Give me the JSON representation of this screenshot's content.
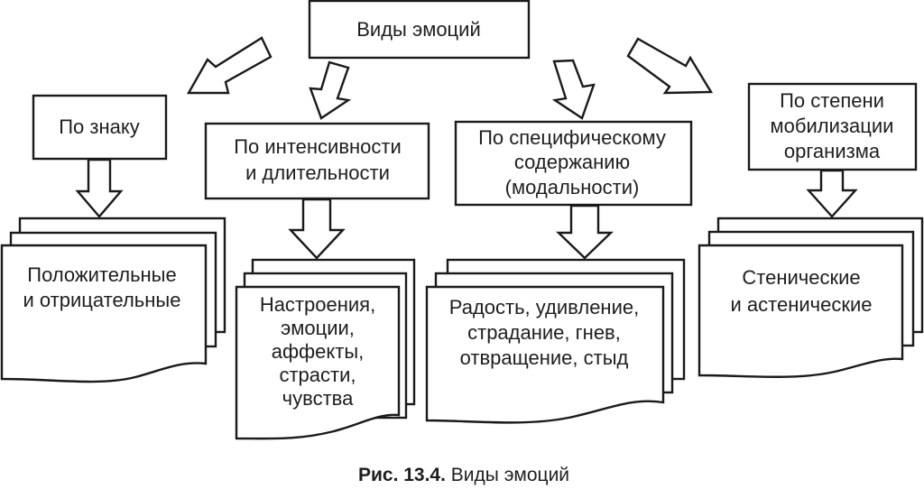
{
  "title": "Виды эмоций",
  "categories": [
    {
      "id": "sign",
      "label_lines": [
        "По знаку"
      ],
      "types_lines": [
        "Положительные",
        "и отрицательные"
      ]
    },
    {
      "id": "intensity",
      "label_lines": [
        "По интенсивности",
        "и длительности"
      ],
      "types_lines": [
        "Настроения,",
        "эмоции,",
        "аффекты,",
        "страсти,",
        "чувства"
      ]
    },
    {
      "id": "content",
      "label_lines": [
        "По специфическому",
        "содержанию",
        "(модальности)"
      ],
      "types_lines": [
        "Радость, удивление,",
        "страдание, гнев,",
        "отвращение, стыд"
      ]
    },
    {
      "id": "mobilization",
      "label_lines": [
        "По степени",
        "мобилизации",
        "организма"
      ],
      "types_lines": [
        "Стенические",
        "и астенические"
      ]
    }
  ],
  "caption": {
    "label": "Рис. 13.4.",
    "text": " Виды эмоций"
  }
}
